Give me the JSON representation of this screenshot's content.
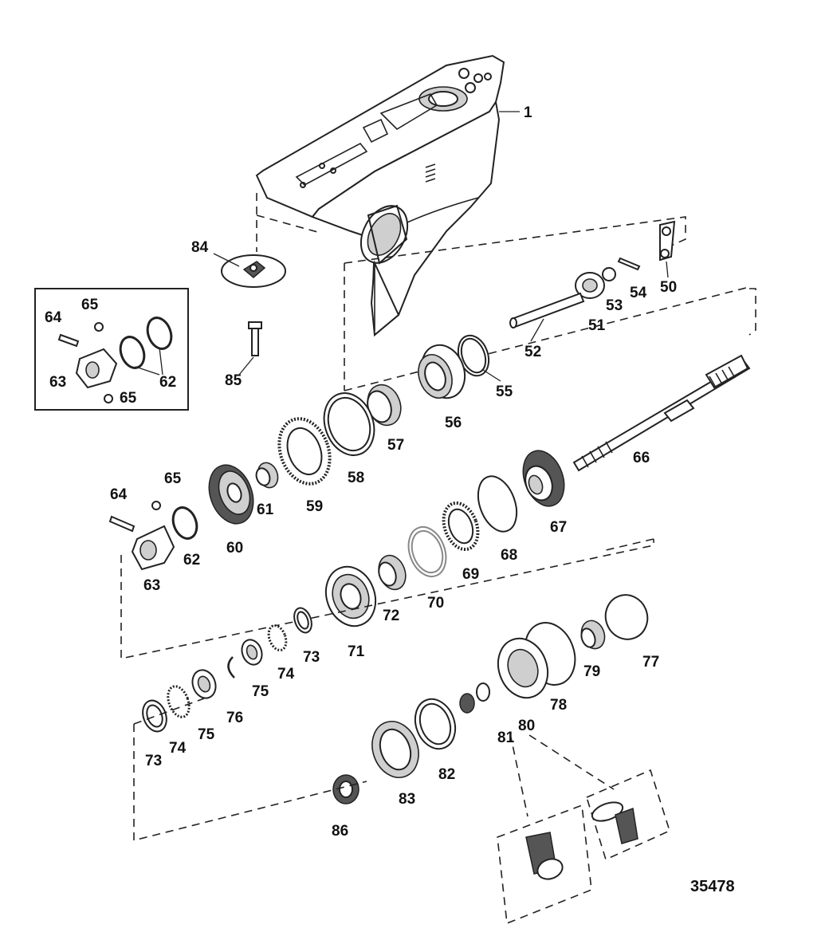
{
  "figure_number": "35478",
  "callouts": {
    "c1": "1",
    "c84": "84",
    "c85": "85",
    "c50": "50",
    "c54": "54",
    "c53": "53",
    "c51": "51",
    "c52": "52",
    "c55": "55",
    "c56": "56",
    "c57": "57",
    "c58": "58",
    "c59": "59",
    "c61": "61",
    "c60": "60",
    "c66": "66",
    "c67": "67",
    "c68": "68",
    "c69": "69",
    "c70": "70",
    "c72": "72",
    "c71": "71",
    "c73a": "73",
    "c74a": "74",
    "c75a": "75",
    "c76": "76",
    "c77": "77",
    "c79": "79",
    "c78": "78",
    "c80": "80",
    "c81": "81",
    "c82": "82",
    "c83": "83",
    "c86": "86",
    "c73b": "73",
    "c74b": "74",
    "c75b": "75",
    "main64": "64",
    "main65": "65",
    "main62": "62",
    "main63": "63",
    "inset64": "64",
    "inset65a": "65",
    "inset65b": "65",
    "inset62": "62",
    "inset63": "63"
  }
}
